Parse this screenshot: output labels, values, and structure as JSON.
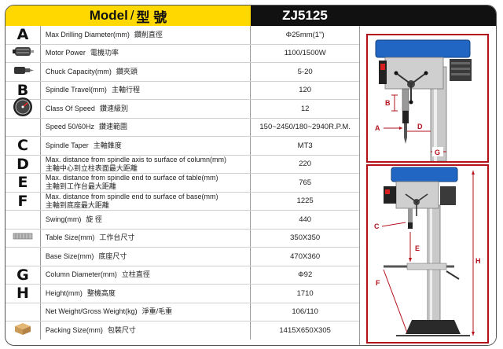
{
  "header": {
    "model_en": "Model",
    "model_zh": "型 號",
    "model_no": "ZJ5125"
  },
  "rows": [
    {
      "icon": "letter",
      "letter": "A",
      "label_en": "Max Drilling Diameter(mm)",
      "label_zh": "鑽削直徑",
      "value": "Φ25mm(1\")"
    },
    {
      "icon": "motor-icon",
      "label_en": "Motor Power",
      "label_zh": "電機功率",
      "value": "1100/1500W"
    },
    {
      "icon": "chuck-icon",
      "label_en": "Chuck Capacity(mm)",
      "label_zh": "鑽夾頭",
      "value": "5-20"
    },
    {
      "icon": "letter",
      "letter": "B",
      "label_en": "Spindle Travel(mm)",
      "label_zh": "主軸行程",
      "value": "120"
    },
    {
      "icon": "speed-gauge-icon",
      "label_en": "Class Of Speed",
      "label_zh": "鑽速級別",
      "value": "12"
    },
    {
      "icon": "none",
      "label_en": "Speed 50/60Hz",
      "label_zh": "鑽速範圍",
      "value": "150~2450/180~2940R.P.M."
    },
    {
      "icon": "letter",
      "letter": "C",
      "label_en": "Spindle Taper",
      "label_zh": "主軸錐度",
      "value": "MT3"
    },
    {
      "icon": "letter",
      "letter": "D",
      "label_en": "Max. distance from spindle axis to surface of column(mm)",
      "label_zh": "主軸中心到立柱表面最大距離",
      "value": "220",
      "two_line": true
    },
    {
      "icon": "letter",
      "letter": "E",
      "label_en": "Max. distance from spindle end to surface of table(mm)",
      "label_zh": "主軸到工作台最大距離",
      "value": "765",
      "two_line": true
    },
    {
      "icon": "letter",
      "letter": "F",
      "label_en": "Max. distance from spindle end to surface of base(mm)",
      "label_zh": "主軸到底座最大距離",
      "value": "1225",
      "two_line": true
    },
    {
      "icon": "none",
      "label_en": "Swing(mm)",
      "label_zh": "旋 徑",
      "value": "440"
    },
    {
      "icon": "table-icon",
      "label_en": "Table Size(mm)",
      "label_zh": "工作台尺寸",
      "value": "350X350"
    },
    {
      "icon": "none",
      "label_en": "Base Size(mm)",
      "label_zh": "底座尺寸",
      "value": "470X360"
    },
    {
      "icon": "letter",
      "letter": "G",
      "label_en": "Column Diameter(mm)",
      "label_zh": "立柱直徑",
      "value": "Φ92"
    },
    {
      "icon": "letter",
      "letter": "H",
      "label_en": "Height(mm)",
      "label_zh": "整機高度",
      "value": "1710"
    },
    {
      "icon": "none",
      "label_en": "Net Weight/Gross Weight(kg)",
      "label_zh": "淨重/毛重",
      "value": "106/110"
    },
    {
      "icon": "box-icon",
      "label_en": "Packing Size(mm)",
      "label_zh": "包裝尺寸",
      "value": "1415X650X305"
    }
  ],
  "diagram": {
    "top_labels": [
      "B",
      "A",
      "D",
      "G"
    ],
    "bottom_labels": [
      "C",
      "E",
      "H",
      "F"
    ],
    "colors": {
      "accent_red": "#b3121b",
      "machine_blue": "#2266c4",
      "header_yellow": "#ffd800"
    }
  }
}
